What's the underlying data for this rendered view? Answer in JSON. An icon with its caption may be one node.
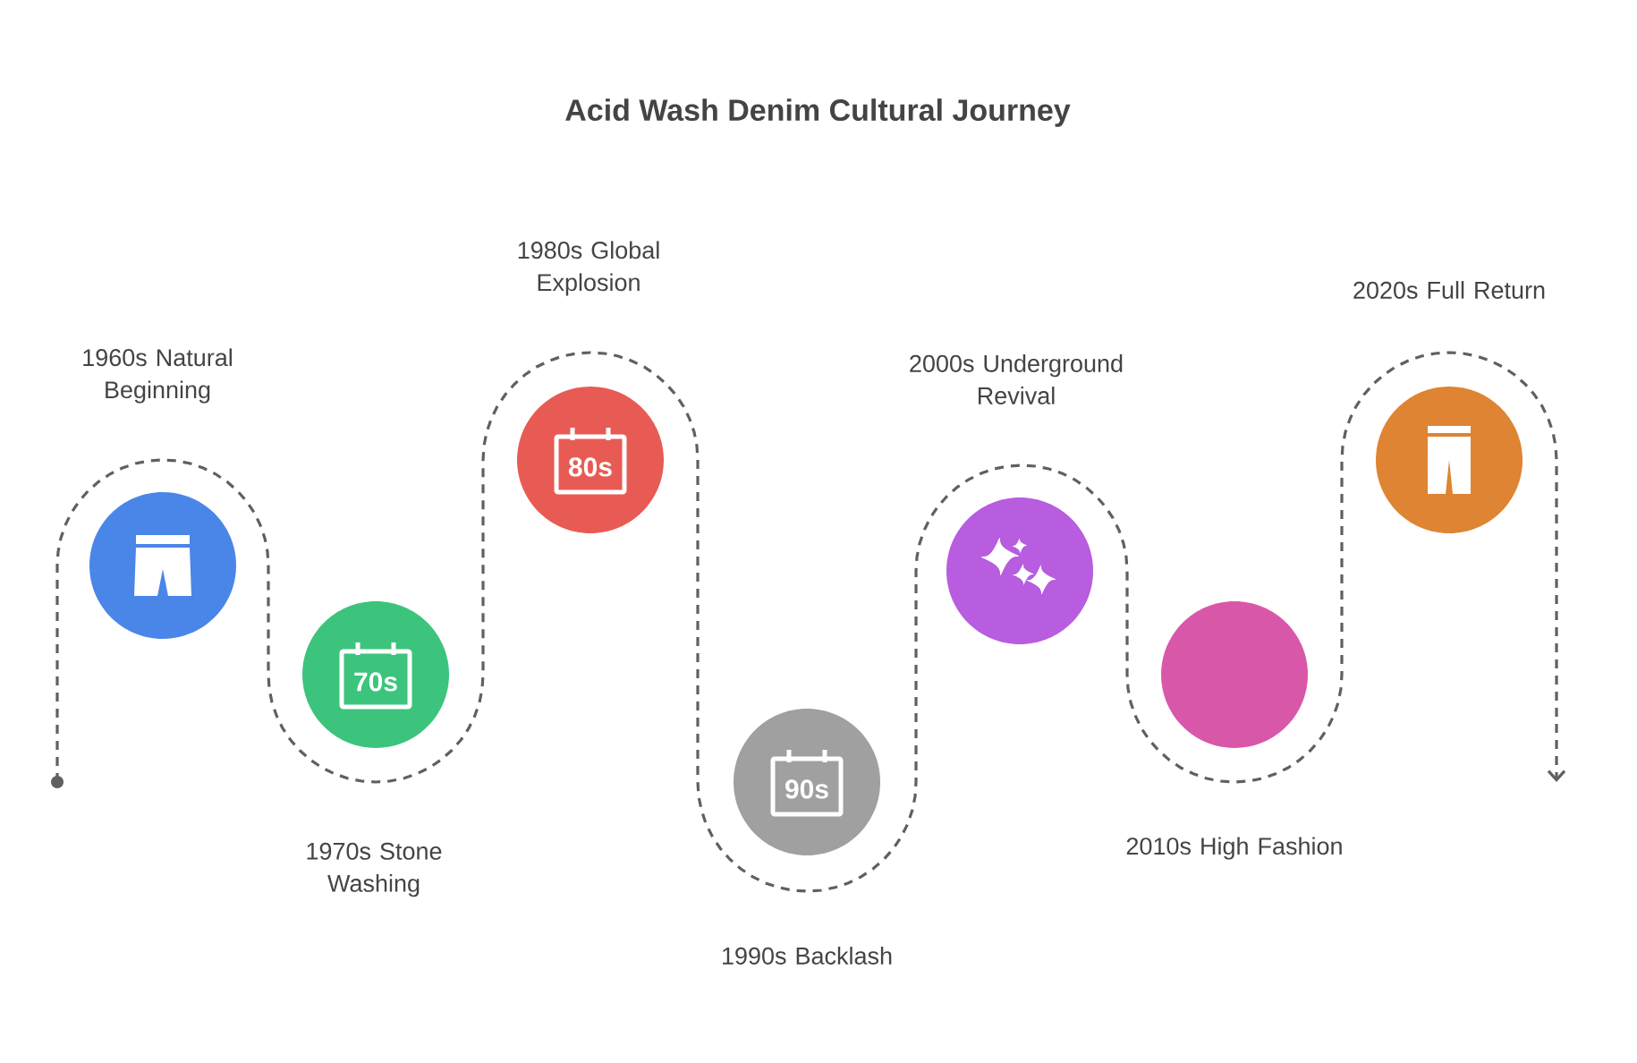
{
  "diagram": {
    "title": "Acid Wash Denim Cultural Journey",
    "nodes": [
      {
        "text": [],
        "shape": "circle",
        "beside": [
          "1960s Natural Beginning"
        ]
      },
      {
        "text": [],
        "shape": "circle",
        "beside": [
          "1970s Stone Washing"
        ]
      },
      {
        "text": [],
        "shape": "circle",
        "beside": [
          "1980s Global Explosion"
        ]
      },
      {
        "text": [],
        "shape": "circle",
        "beside": [
          "1990s Backlash"
        ]
      },
      {
        "text": [],
        "shape": "circle",
        "beside": [
          "2000s Underground Revival"
        ]
      },
      {
        "text": [],
        "shape": "circle",
        "beside": [
          "2010s High Fashion"
        ]
      },
      {
        "text": [],
        "shape": "circle",
        "beside": [
          "2020s Full Return"
        ]
      }
    ],
    "labels": [
      "70s",
      "80s",
      "90s"
    ]
  }
}
